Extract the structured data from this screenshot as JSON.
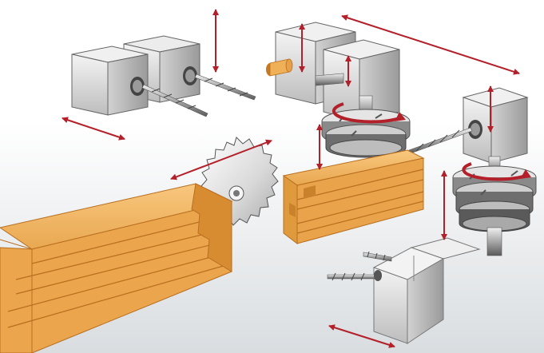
{
  "diagram": {
    "components": [
      "drilling-unit-left",
      "drilling-unit-right",
      "dowel-insertion-unit",
      "profiling-spindle-upper",
      "profiling-spindle-lower",
      "saw-blade",
      "workpiece-long",
      "workpiece-short",
      "angle-drilling-unit"
    ],
    "colors": {
      "movement_arrow": "#b3202a",
      "wood_light": "#f3b566",
      "wood_mid": "#e09a3e",
      "wood_dark": "#b86e1f",
      "metal_light": "#f2f2f2",
      "metal_mid": "#c9c9c9",
      "metal_dark": "#6b6b6b",
      "background_gradient_top": "#ffffff",
      "background_gradient_bottom": "#d9dde0"
    }
  }
}
